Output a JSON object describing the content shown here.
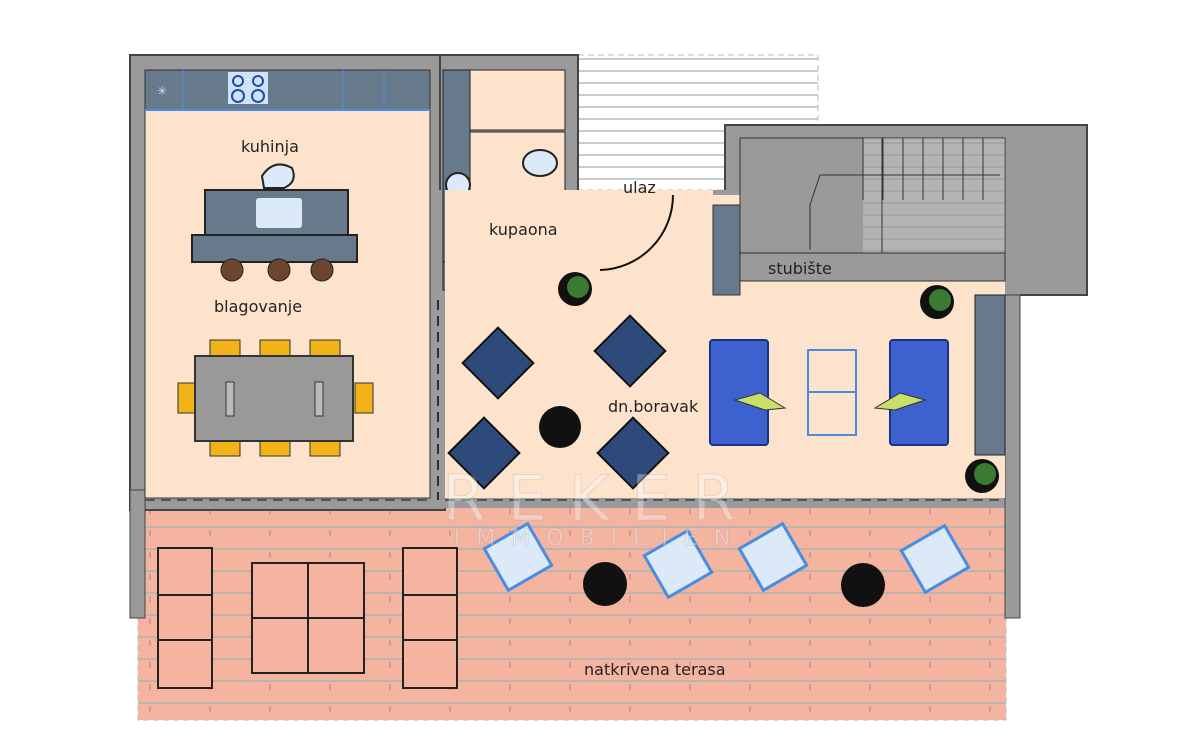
{
  "rooms": {
    "kitchen": "kuhinja",
    "dining": "blagovanje",
    "bathroom": "kupaona",
    "entrance": "ulaz",
    "staircase": "stubište",
    "living": "dn.boravak",
    "terrace": "natkrivena terasa"
  },
  "watermark": {
    "brand": "REKER",
    "sub": "IMMOBILIEN"
  },
  "colors": {
    "floor": "#fde3cc",
    "terrace": "#f4b4a0",
    "wall": "#9a9a9a",
    "cabinet": "#667a8c",
    "armchair": "#2d4a7a",
    "sofa": "#3d62d0",
    "chair": "#f2b319"
  }
}
